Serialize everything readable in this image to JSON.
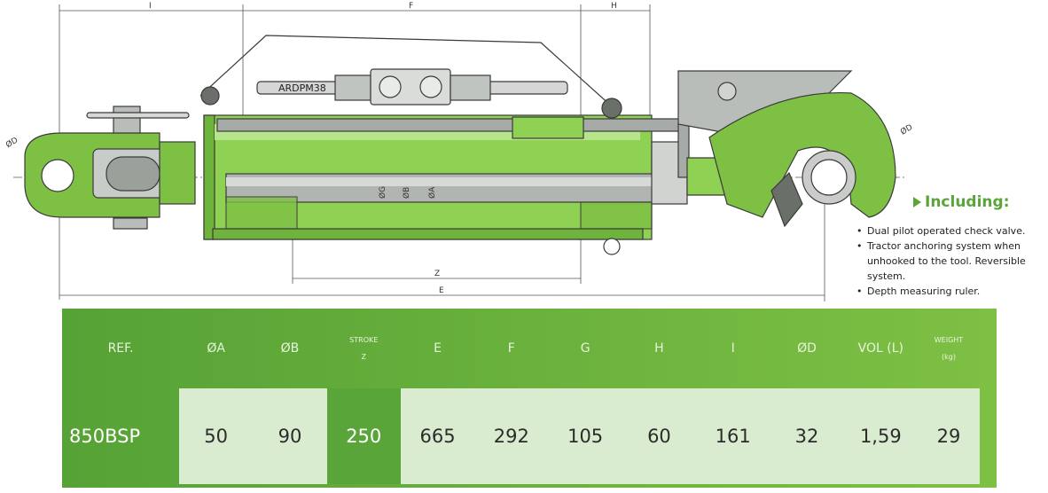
{
  "drawing": {
    "model_label": "ARDPM38",
    "dimensions": [
      "I",
      "F",
      "H",
      "Z",
      "E"
    ],
    "diameter_labels": [
      "ØD",
      "ØG",
      "ØB",
      "ØA",
      "ØD"
    ]
  },
  "including": {
    "title": "Including:",
    "items": [
      "Dual pilot operated check valve.",
      "Tractor anchoring system when unhooked to the tool. Reversible system.",
      "Depth measuring ruler."
    ]
  },
  "table": {
    "headers": [
      "REF.",
      "ØA",
      "ØB",
      "STROKE",
      "E",
      "F",
      "G",
      "H",
      "I",
      "ØD",
      "VOL (L)",
      "WEIGHT"
    ],
    "header_sub": {
      "stroke": "Z",
      "weight": "(kg)"
    },
    "values": [
      "850BSP",
      "50",
      "90",
      "250",
      "665",
      "292",
      "105",
      "60",
      "161",
      "32",
      "1,59",
      "29"
    ]
  },
  "colors": {
    "green": "#7ec044",
    "dark_green": "#5aa53a",
    "table_cell": "#d9ecd0"
  }
}
